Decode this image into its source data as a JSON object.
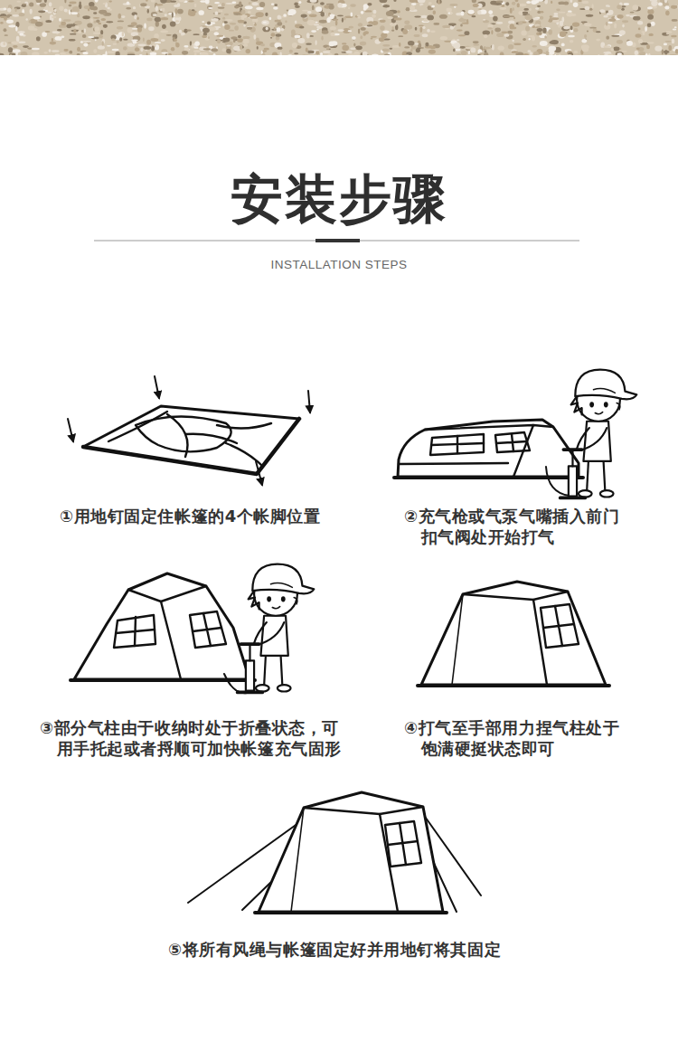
{
  "diagram": {
    "title": "安装步骤",
    "labels": [
      "INSTALLATION STEPS",
      "①用地钉固定住帐篷的4个帐脚位置",
      "②充气枪或气泵气嘴插入前门 扣气阀处开始打气",
      "③部分气柱由于收纳时处于折叠状态，可 用手托起或者捋顺可加快帐篷充气固形",
      "④打气至手部用力捏气柱处于 饱满硬挺状态即可",
      "⑤将所有风绳与帐篷固定好并用地钉将其固定"
    ]
  }
}
